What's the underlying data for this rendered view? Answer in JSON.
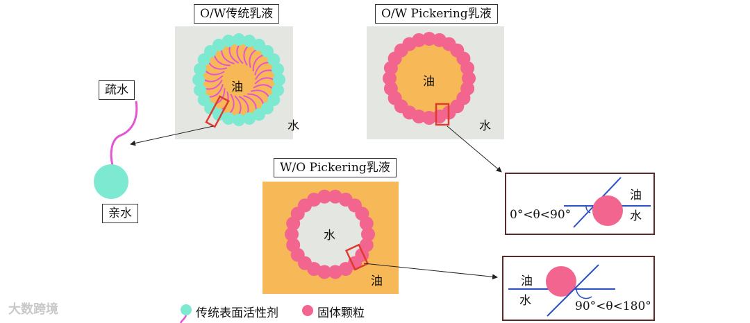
{
  "panels": {
    "ow_traditional": {
      "title": "O/W传统乳液",
      "inner": "油",
      "outer": "水"
    },
    "ow_pickering": {
      "title": "O/W Pickering乳液",
      "inner": "油",
      "outer": "水"
    },
    "wo_pickering": {
      "title": "W/O Pickering乳液",
      "inner": "水",
      "outer": "油"
    }
  },
  "surfactant": {
    "tail_label": "疏水",
    "head_label": "亲水"
  },
  "contact_angle": {
    "top": {
      "label": "0°<θ<90°",
      "oil": "油",
      "water": "水"
    },
    "bottom": {
      "label": "90°<θ<180°",
      "oil": "油",
      "water": "水"
    }
  },
  "legend": {
    "surfactant": "传统表面活性剂",
    "particle": "固体颗粒"
  },
  "watermark": "大数跨境",
  "colors": {
    "water_bg": "#e4e6e2",
    "oil": "#f7b857",
    "surfactant_head": "#7de9d0",
    "surfactant_tail": "#e455d2",
    "particle": "#f2658f",
    "highlight_box": "#e03a2f",
    "interface_line": "#2a4fc9",
    "frame": "#5a2a2a"
  }
}
